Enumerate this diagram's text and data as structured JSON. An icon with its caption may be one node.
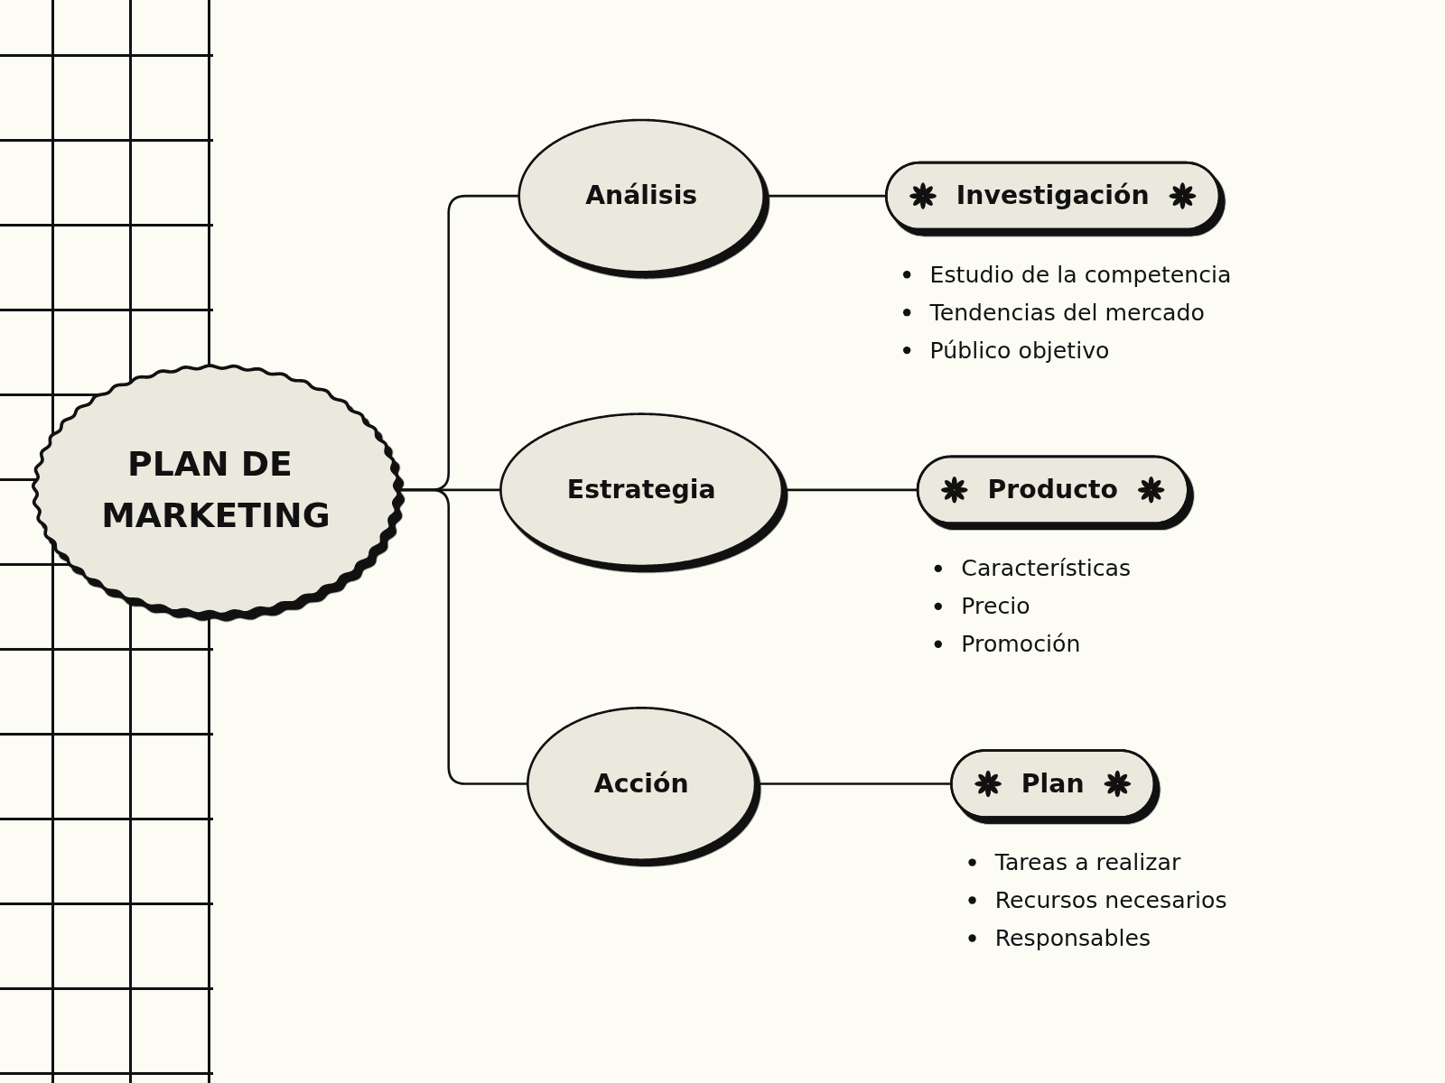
{
  "diagram": {
    "nodes": [
      {
        "text": [
          "PLAN DE MARKETING"
        ]
      },
      {
        "text": [
          "Análisis"
        ]
      },
      {
        "text": [
          "Investigación"
        ],
        "beside": [
          "Estudio de la competencia",
          "Tendencias del mercado",
          "Público objetivo"
        ]
      },
      {
        "text": [
          "Estrategia"
        ]
      },
      {
        "text": [
          "Producto"
        ],
        "beside": [
          "Características",
          "Precio",
          "Promoción"
        ]
      },
      {
        "text": [
          "Acción"
        ]
      },
      {
        "text": [
          "Plan"
        ],
        "beside": [
          "Tareas a realizar",
          "Recursos necesarios",
          "Responsables"
        ]
      }
    ],
    "edges": [
      {
        "from": 0,
        "to": 1,
        "arrow": "none"
      },
      {
        "from": 1,
        "to": 2,
        "arrow": "none"
      },
      {
        "from": 0,
        "to": 3,
        "arrow": "none"
      },
      {
        "from": 3,
        "to": 4,
        "arrow": "none"
      },
      {
        "from": 0,
        "to": 5,
        "arrow": "none"
      },
      {
        "from": 5,
        "to": 6,
        "arrow": "none"
      }
    ]
  }
}
